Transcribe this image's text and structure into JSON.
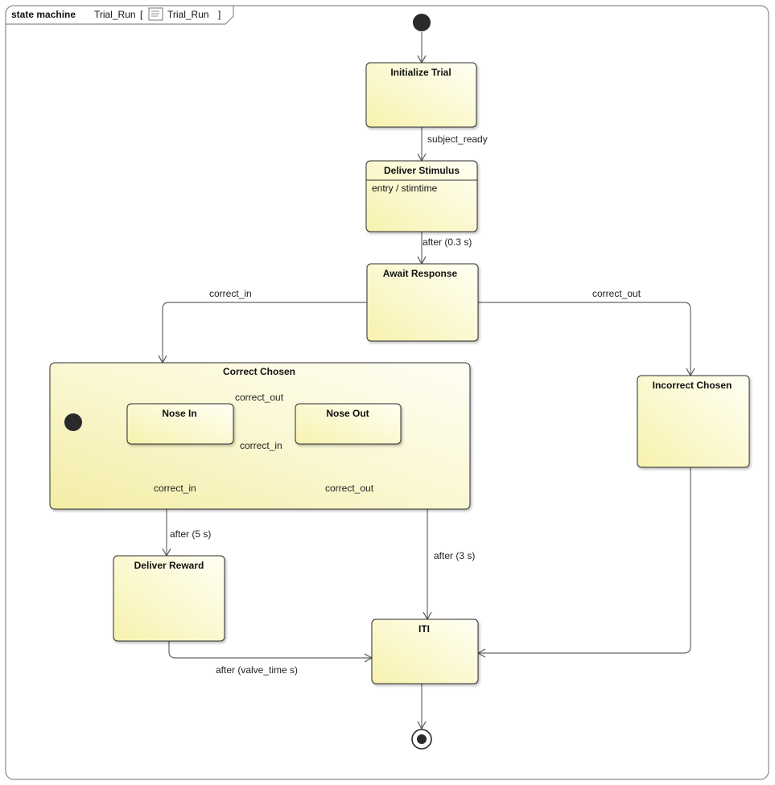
{
  "diagram_type": "UML state machine",
  "frame": {
    "kind": "state machine",
    "name": "Trial_Run",
    "open_bracket": "[",
    "reference_icon": "state-machine-diagram-icon",
    "reference_name": "Trial_Run",
    "close_bracket": "]"
  },
  "colors": {
    "state_fill_light": "#fffff4",
    "state_fill_dark": "#f7f2ae",
    "state_border": "#2f2f2f",
    "edge": "#666666",
    "pseudostate": "#2a2a2a"
  },
  "states": {
    "initialize_trial": {
      "title": "Initialize Trial"
    },
    "deliver_stimulus": {
      "title": "Deliver Stimulus",
      "entry": "entry / stimtime"
    },
    "await_response": {
      "title": "Await Response"
    },
    "correct_chosen": {
      "title": "Correct Chosen"
    },
    "nose_in": {
      "title": "Nose In"
    },
    "nose_out": {
      "title": "Nose Out"
    },
    "incorrect_chosen": {
      "title": "Incorrect Chosen"
    },
    "deliver_reward": {
      "title": "Deliver Reward"
    },
    "iti": {
      "title": "ITI"
    }
  },
  "transitions": {
    "subject_ready": "subject_ready",
    "after_stimulus": "after (0.3 s)",
    "to_correct": "correct_in",
    "to_incorrect": "correct_out",
    "in_to_out": "correct_out",
    "out_to_in": "correct_in",
    "in_self": "correct_in",
    "out_self": "correct_out",
    "to_reward": "after (5 s)",
    "to_iti_from_out": "after (3 s)",
    "reward_to_iti": "after (valve_time s)"
  }
}
